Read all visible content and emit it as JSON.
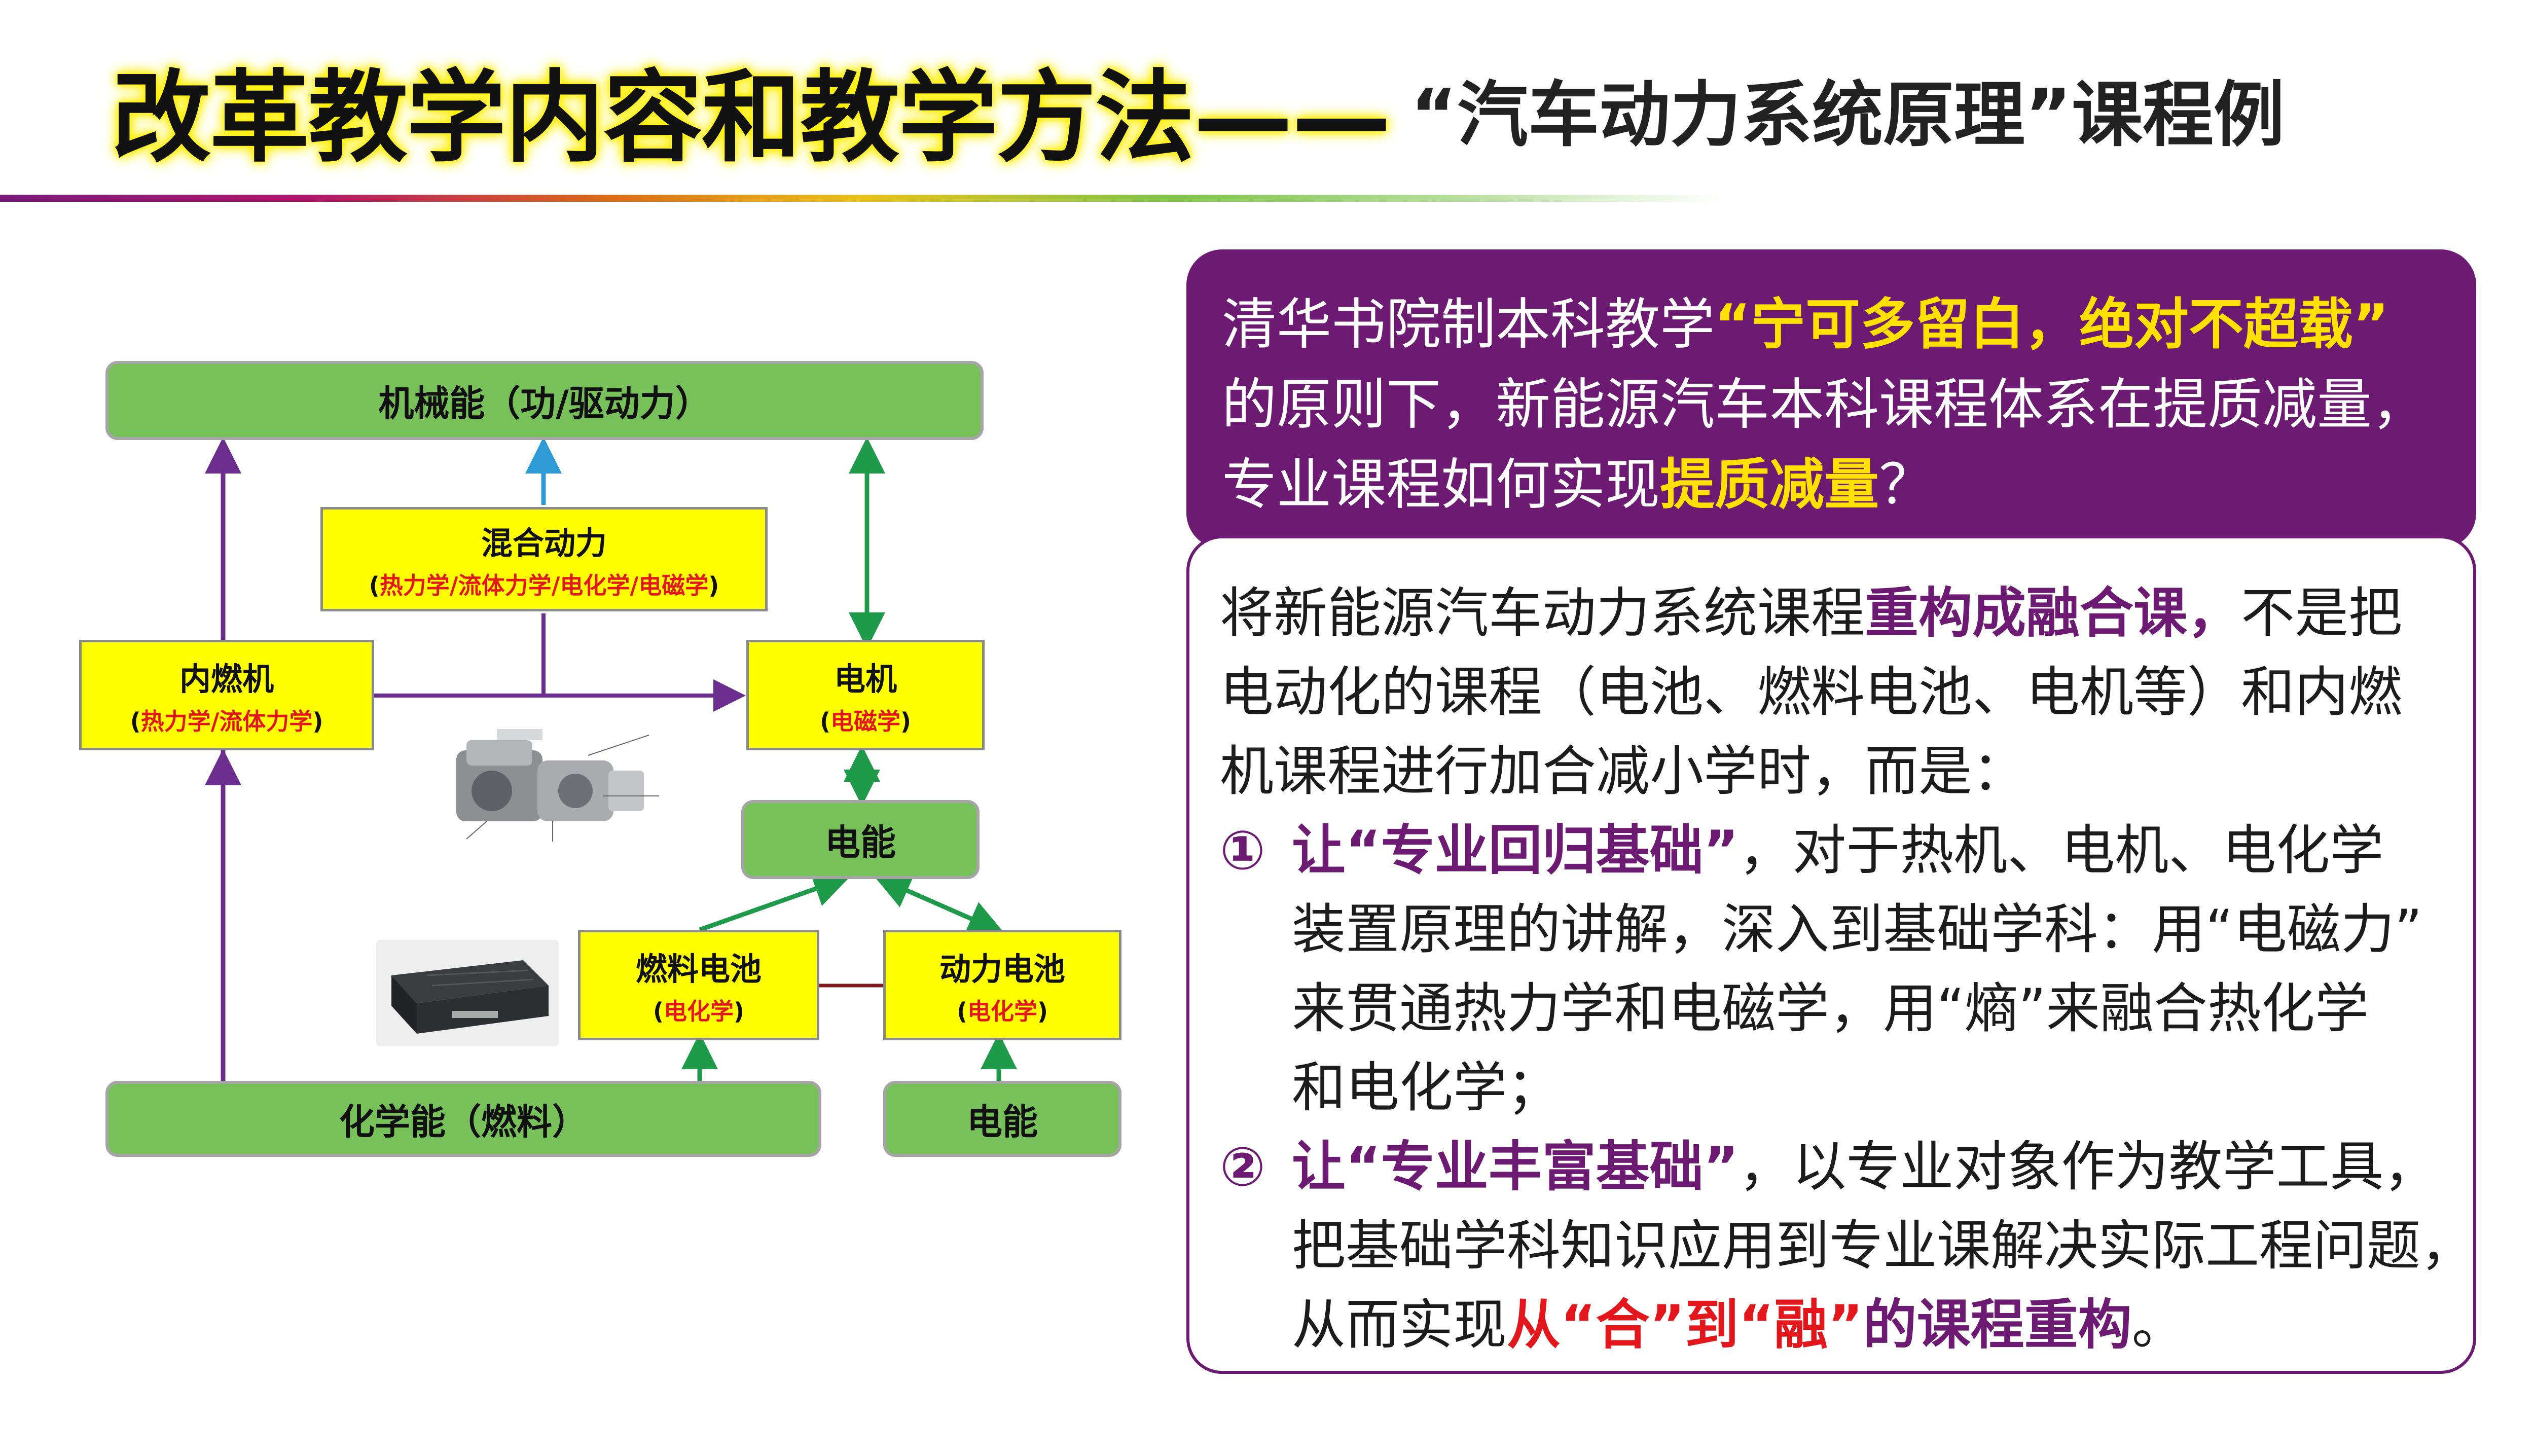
{
  "header": {
    "title_main": "改革教学内容和教学方法——",
    "title_sub": "“汽车动力系统原理”课程例"
  },
  "diagram": {
    "mechanical": "机械能（功/驱动力）",
    "hybrid": {
      "title": "混合动力",
      "sub": "热力学/流体力学/电化学/电磁学"
    },
    "ice": {
      "title": "内燃机",
      "sub": "热力学/流体力学"
    },
    "motor": {
      "title": "电机",
      "sub": "电磁学"
    },
    "electric_top": "电能",
    "fuel_cell": {
      "title": "燃料电池",
      "sub": "电化学"
    },
    "battery": {
      "title": "动力电池",
      "sub": "电化学"
    },
    "chemical": "化学能（燃料）",
    "electric_bottom": "电能",
    "colors": {
      "box_green": "#77c05a",
      "box_yellow": "#ffff00",
      "arrow_purple": "#6b2e8e",
      "arrow_green": "#1e9a4a",
      "arrow_blue": "#2f9bd6",
      "red_text": "#e3161b"
    }
  },
  "question": {
    "line1_a": "清华书院制本科教学",
    "line1_b": "“宁可多留白，绝对不超载”",
    "line2": "的原则下，新能源汽车本科课程体系在提质减量，",
    "line3_a": "专业课程如何实现",
    "line3_b": "提质减量",
    "line3_c": "？"
  },
  "answer": {
    "l1_a": "将新能源汽车动力系统课程",
    "l1_b": "重构成融合课，",
    "l1_c": "不是把",
    "l2": "电动化的课程（电池、燃料电池、电机等）和内燃",
    "l3": "机课程进行加合减小学时，而是：",
    "p1_num": "①",
    "p1_a": "让“专业回归基础”",
    "p1_b": "，对于热机、电机、电化学",
    "p1_l2": "装置原理的讲解，深入到基础学科：用“电磁力”",
    "p1_l3": "来贯通热力学和电磁学，用“熵”来融合热化学",
    "p1_l4": "和电化学；",
    "p2_num": "②",
    "p2_a": "让“专业丰富基础”",
    "p2_b": "，以专业对象作为教学工具，",
    "p2_l2": "把基础学科知识应用到专业课解决实际工程问题，",
    "p2_l3_a": "从而实现",
    "p2_l3_b": "从“合”到“融”",
    "p2_l3_c": "的课程重构",
    "p2_l3_d": "。",
    "colors": {
      "purple": "#6c1a72",
      "red": "#e3161b"
    }
  }
}
